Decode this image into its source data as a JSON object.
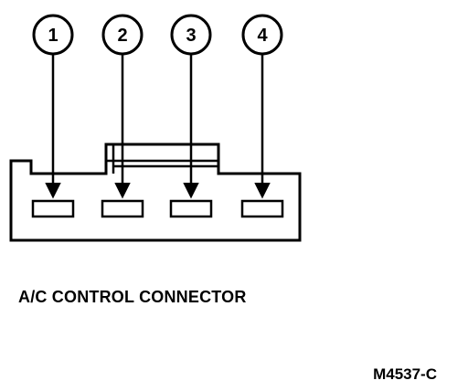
{
  "pins": [
    {
      "label": "1"
    },
    {
      "label": "2"
    },
    {
      "label": "3"
    },
    {
      "label": "4"
    }
  ],
  "caption": "A/C CONTROL CONNECTOR",
  "figure_code": "M4537-C",
  "colors": {
    "ink": "#000000",
    "paper": "#ffffff"
  }
}
